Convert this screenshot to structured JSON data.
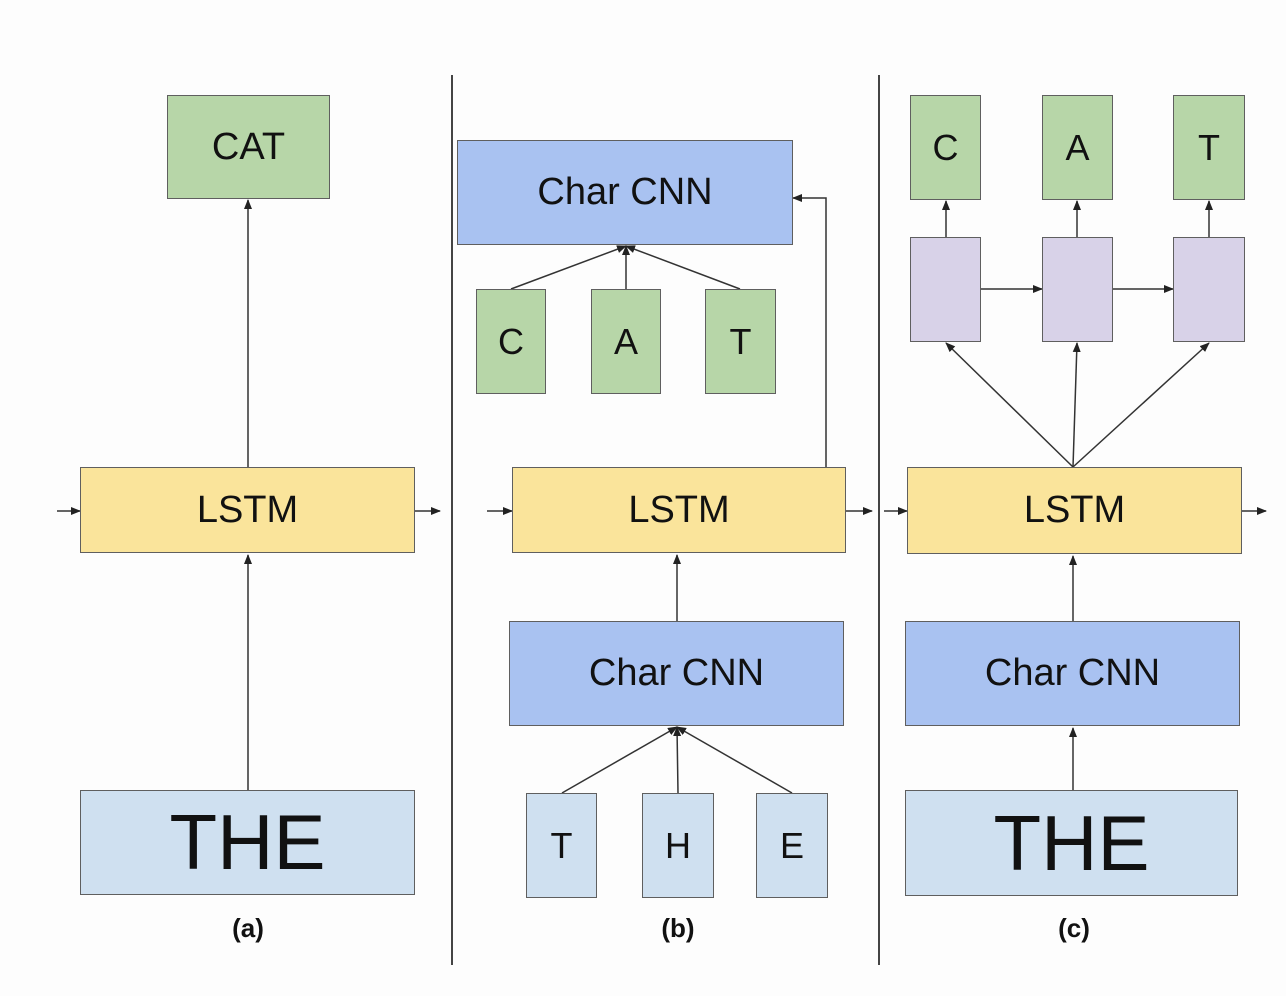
{
  "panels": {
    "a": {
      "caption": "(a)",
      "output": "CAT",
      "rnn": "LSTM",
      "input": "THE"
    },
    "b": {
      "caption": "(b)",
      "char_cnn_top": "Char CNN",
      "output_chars": [
        "C",
        "A",
        "T"
      ],
      "rnn": "LSTM",
      "char_cnn_bottom": "Char CNN",
      "input_chars": [
        "T",
        "H",
        "E"
      ]
    },
    "c": {
      "caption": "(c)",
      "output_chars": [
        "C",
        "A",
        "T"
      ],
      "rnn": "LSTM",
      "char_cnn": "Char CNN",
      "input": "THE"
    }
  },
  "colors": {
    "output": "#b7d6a8",
    "char_cnn": "#a9c2f1",
    "lstm": "#fae49b",
    "input": "#cfe0f0",
    "decoder_cell": "#d8d2e8"
  }
}
